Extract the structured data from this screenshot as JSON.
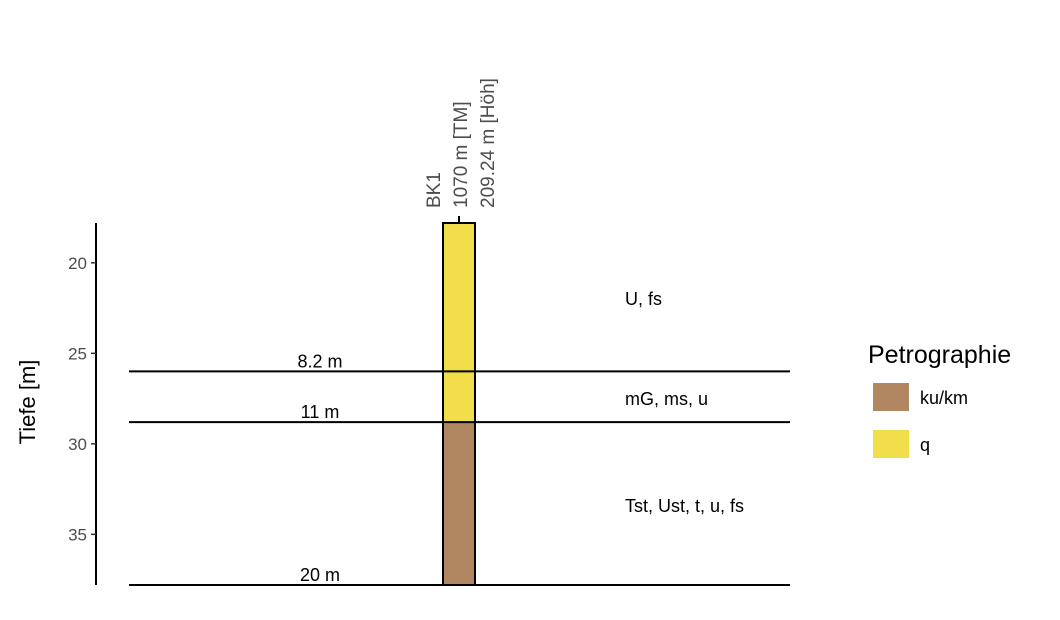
{
  "chart_data": {
    "type": "bar",
    "ylabel": "Tiefe [m]",
    "xlabel": "",
    "title": "",
    "ylim": [
      17.8,
      37.8
    ],
    "y_reversed": true,
    "yticks": [
      20,
      25,
      30,
      35
    ],
    "well": {
      "name": "BK1",
      "distance_label": "1070 m [TM]",
      "elevation_label": "209.24 m [Höh]"
    },
    "layers": [
      {
        "top": 17.8,
        "bottom": 26.0,
        "petrographie": "q",
        "description": "U, fs"
      },
      {
        "top": 26.0,
        "bottom": 28.8,
        "petrographie": "q",
        "description": "mG, ms, u"
      },
      {
        "top": 28.8,
        "bottom": 37.8,
        "petrographie": "ku/km",
        "description": "Tst, Ust, t, u, fs"
      }
    ],
    "boundaries": [
      {
        "depth": 26.0,
        "label": "8.2 m"
      },
      {
        "depth": 28.8,
        "label": "11 m"
      },
      {
        "depth": 37.8,
        "label": "20 m"
      }
    ],
    "legend": {
      "title": "Petrographie",
      "position": "right",
      "entries": [
        {
          "label": "ku/km",
          "color": "#b08761"
        },
        {
          "label": "q",
          "color": "#f2dd4a"
        }
      ]
    }
  }
}
